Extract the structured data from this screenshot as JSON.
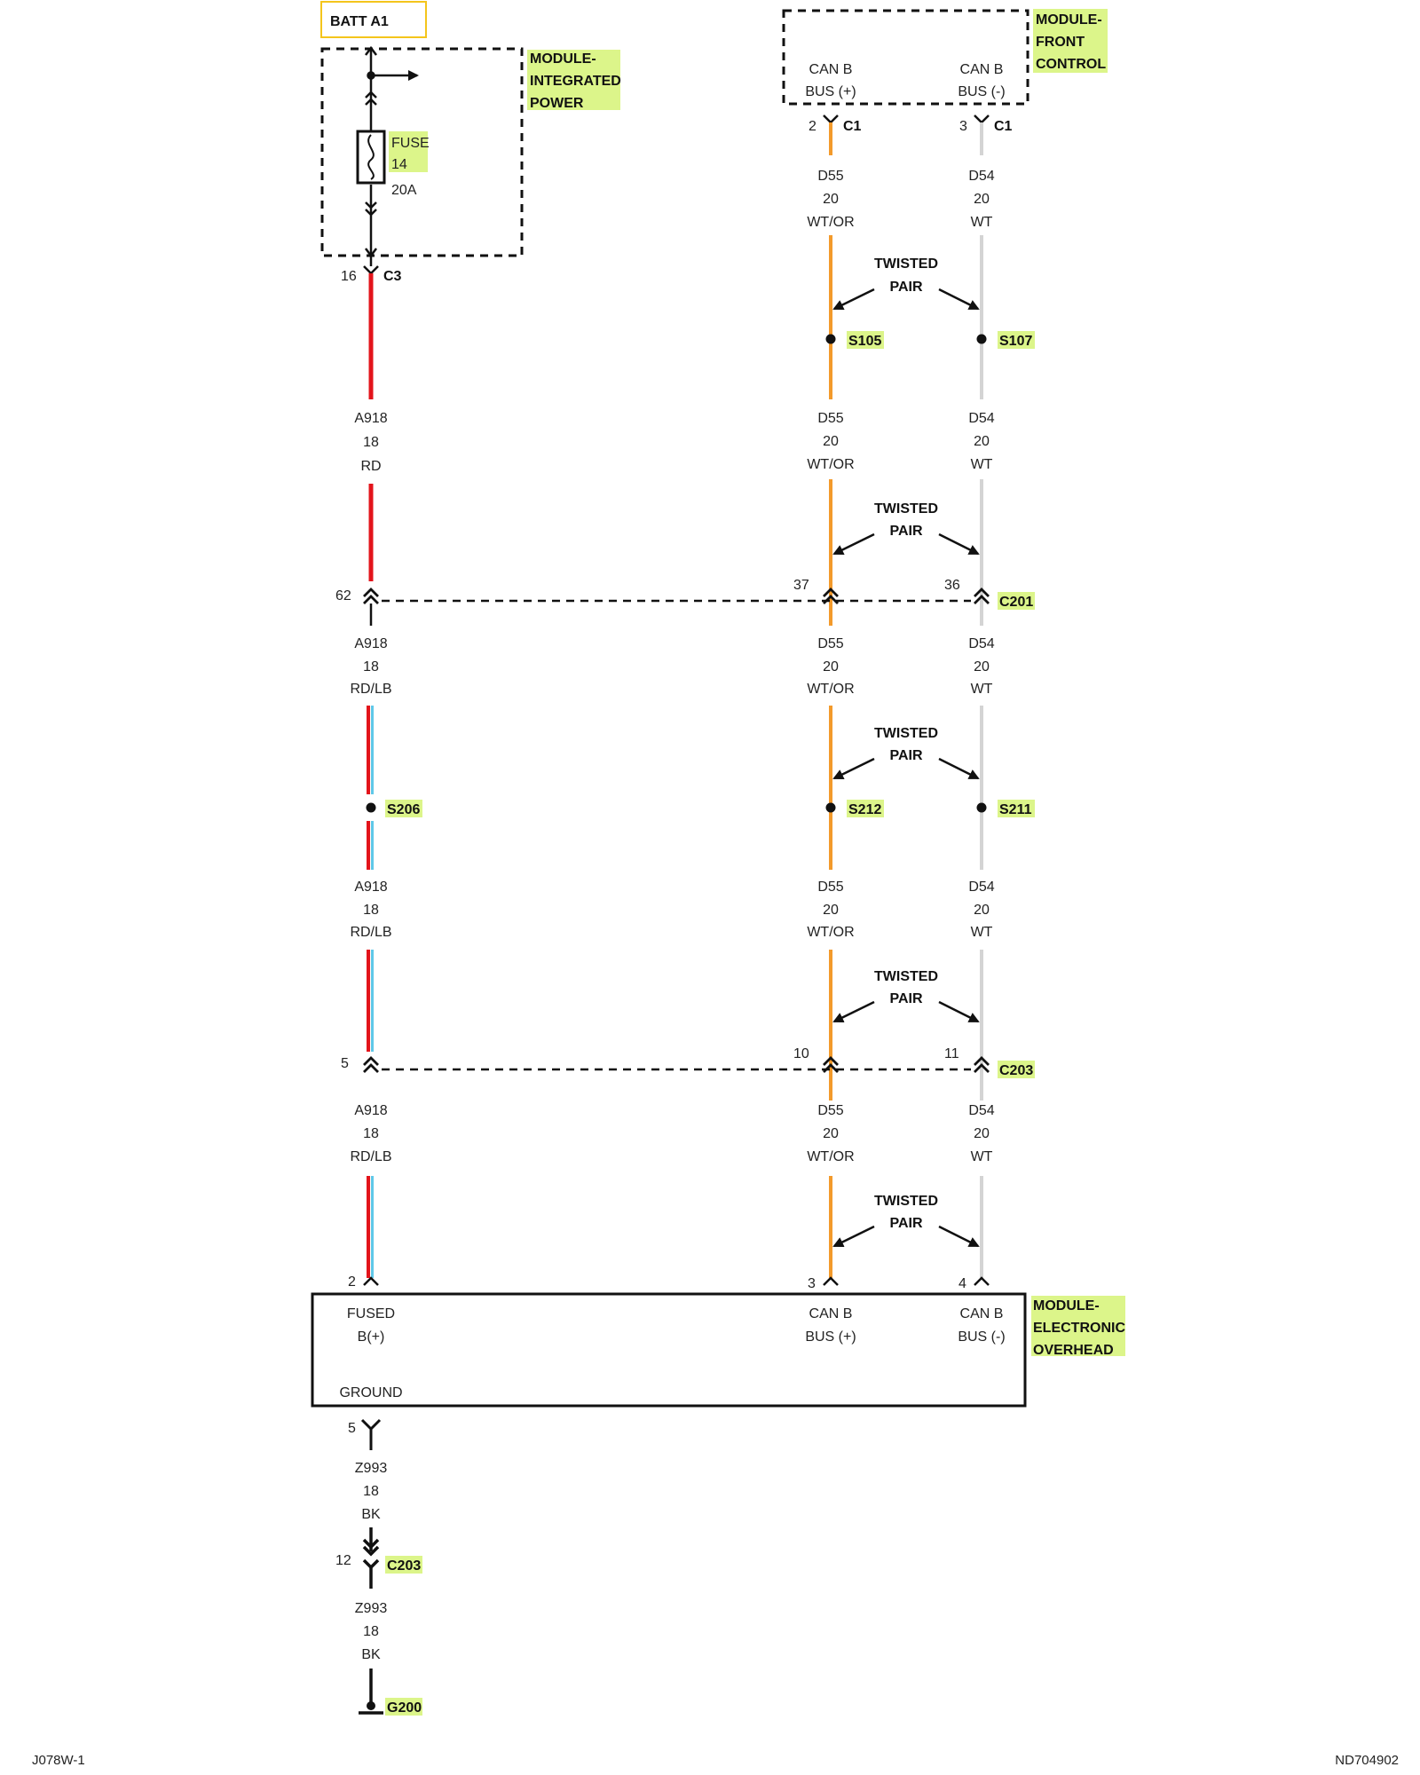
{
  "diagram": {
    "batt": "BATT A1",
    "modules": {
      "integrated_power": [
        "MODULE-",
        "INTEGRATED",
        "POWER"
      ],
      "front_control": [
        "MODULE-",
        "FRONT",
        "CONTROL"
      ],
      "electronic_overhead": [
        "MODULE-",
        "ELECTRONIC",
        "OVERHEAD"
      ]
    },
    "fuse": {
      "line1": "FUSE",
      "line2": "14",
      "rating": "20A"
    },
    "front_control_pins": {
      "can_b_plus": [
        "CAN B",
        "BUS (+)"
      ],
      "can_b_minus": [
        "CAN B",
        "BUS (-)"
      ]
    },
    "overhead_pins": {
      "fused": [
        "FUSED",
        "B(+)"
      ],
      "ground": "GROUND",
      "can_b_plus": [
        "CAN B",
        "BUS (+)"
      ],
      "can_b_minus": [
        "CAN B",
        "BUS (-)"
      ]
    },
    "connectors": {
      "c1_plus_pin": "2",
      "c1_minus_pin": "3",
      "c1": "C1",
      "c3_pin": "16",
      "c3": "C3",
      "c201": "C201",
      "c201_p1": "62",
      "c201_p2": "37",
      "c201_p3": "36",
      "c203": "C203",
      "c203_p1": "5",
      "c203_p2": "10",
      "c203_p3": "11",
      "overhead_p1": "2",
      "overhead_p2": "3",
      "overhead_p3": "4",
      "ground_pin": "5",
      "c203_ground_pin": "12",
      "c203_ground": "C203"
    },
    "splices": {
      "s105": "S105",
      "s107": "S107",
      "s206": "S206",
      "s212": "S212",
      "s211": "S211"
    },
    "ground": "G200",
    "twisted_pair": [
      "TWISTED",
      "PAIR"
    ],
    "wires": {
      "d55": [
        "D55",
        "20",
        "WT/OR"
      ],
      "d54": [
        "D54",
        "20",
        "WT"
      ],
      "a918_rd": [
        "A918",
        "18",
        "RD"
      ],
      "a918_rdlb": [
        "A918",
        "18",
        "RD/LB"
      ],
      "z993": [
        "Z993",
        "18",
        "BK"
      ]
    },
    "colors": {
      "red": "#e3141b",
      "light_blue": "#5fc8e8",
      "orange": "#f39a2b",
      "white_wire": "#d4d4d4",
      "highlight": "#dcf58a",
      "batt_border": "#f4c51c"
    }
  },
  "footer": {
    "left": "J078W-1",
    "right": "ND704902"
  }
}
